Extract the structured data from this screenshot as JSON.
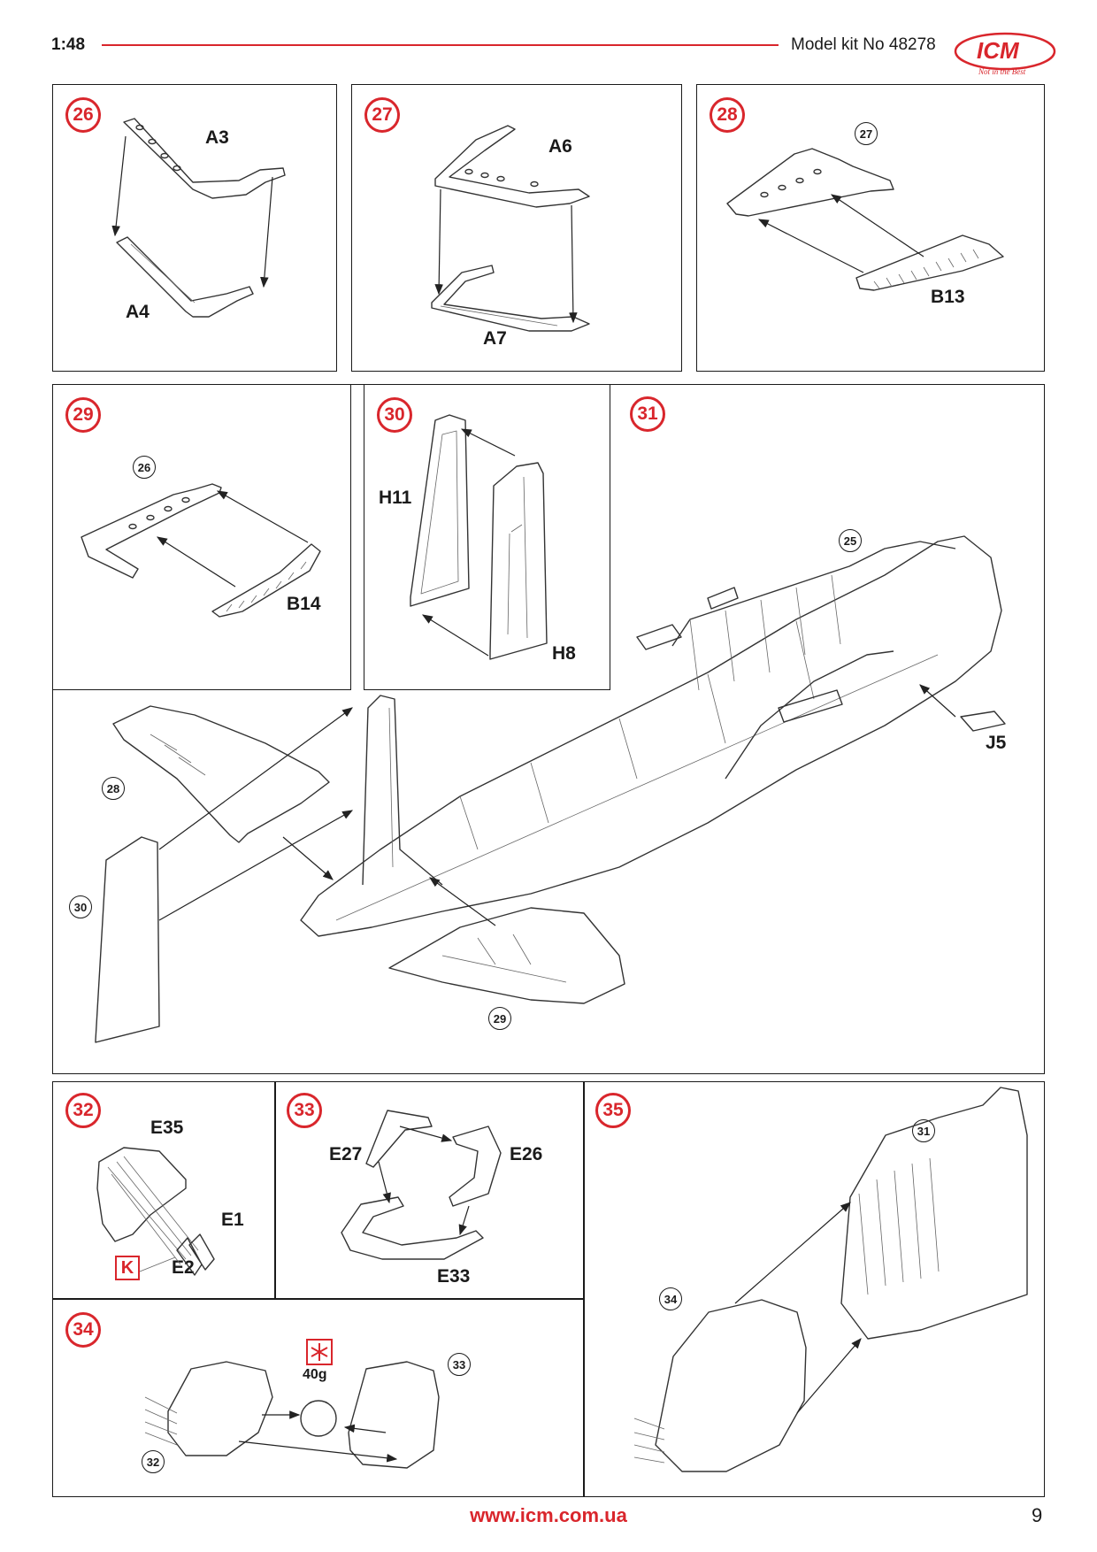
{
  "header": {
    "scale": "1:48",
    "kit": "Model kit No 48278",
    "logo_text": "ICM",
    "logo_tagline": "Not in the Best"
  },
  "colors": {
    "accent": "#d9262c",
    "ink": "#1a1a1a"
  },
  "steps": {
    "s26": {
      "num": "26",
      "parts": [
        "A3",
        "A4"
      ]
    },
    "s27": {
      "num": "27",
      "parts": [
        "A6",
        "A7"
      ]
    },
    "s28": {
      "num": "28",
      "ref": "27",
      "parts": [
        "B13"
      ]
    },
    "s29": {
      "num": "29",
      "ref": "26",
      "parts": [
        "B14"
      ]
    },
    "s30": {
      "num": "30",
      "parts": [
        "H11",
        "H8"
      ]
    },
    "s31": {
      "num": "31",
      "refs": [
        "25",
        "28",
        "30",
        "29"
      ],
      "parts": [
        "J5"
      ]
    },
    "s32": {
      "num": "32",
      "parts": [
        "E35",
        "E1",
        "E2"
      ],
      "paint_code": "K"
    },
    "s33": {
      "num": "33",
      "parts": [
        "E27",
        "E26",
        "E33"
      ]
    },
    "s34": {
      "num": "34",
      "refs": [
        "33",
        "32"
      ],
      "weight": "40g"
    },
    "s35": {
      "num": "35",
      "refs": [
        "31",
        "34"
      ]
    }
  },
  "footer": {
    "url": "www.icm.com.ua",
    "page": "9"
  }
}
